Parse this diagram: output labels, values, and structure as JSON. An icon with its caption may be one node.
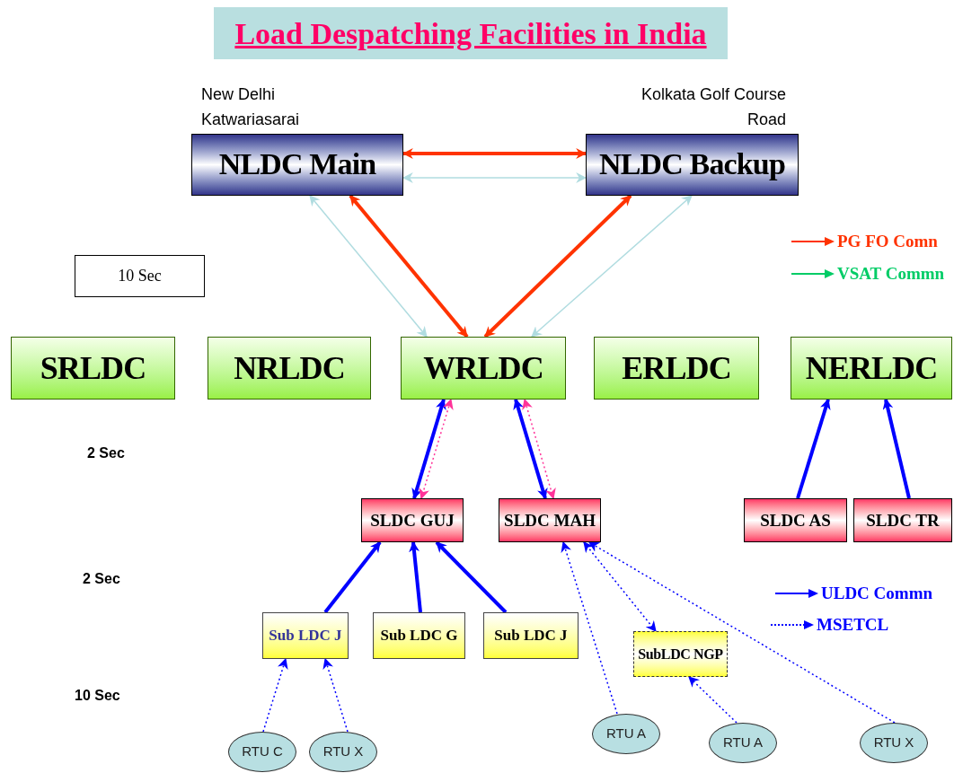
{
  "diagram": {
    "title": "Load Despatching Facilities in India",
    "nodes": [
      {
        "text": [
          "NLDC Main"
        ],
        "beside": [
          "New Delhi Katwariasarai"
        ]
      },
      {
        "text": [
          "NLDC Backup"
        ],
        "beside": [
          "Kolkata Golf Course Road"
        ]
      },
      {
        "text": [
          "10 Sec"
        ]
      },
      {
        "text": [
          "SRLDC"
        ]
      },
      {
        "text": [
          "NRLDC"
        ]
      },
      {
        "text": [
          "WRLDC"
        ]
      },
      {
        "text": [
          "ERLDC"
        ]
      },
      {
        "text": [
          "NERLDC"
        ]
      },
      {
        "text": [
          "SLDC GUJ"
        ]
      },
      {
        "text": [
          "SLDC MAH"
        ]
      },
      {
        "text": [
          "SLDC AS"
        ]
      },
      {
        "text": [
          "SLDC TR"
        ]
      },
      {
        "text": [
          "Sub LDC J"
        ]
      },
      {
        "text": [
          "Sub LDC G"
        ]
      },
      {
        "text": [
          "Sub LDC J"
        ]
      },
      {
        "text": [
          "SubLDC NGP"
        ]
      },
      {
        "text": [
          "RTU C"
        ]
      },
      {
        "text": [
          "RTU X"
        ]
      },
      {
        "text": [
          "RTU A"
        ]
      },
      {
        "text": [
          "RTU A"
        ]
      },
      {
        "text": [
          "RTU X"
        ]
      }
    ],
    "edges": [
      {
        "from": 0,
        "to": 1,
        "arrow": "both",
        "style": "thick",
        "color": "#ff3300"
      },
      {
        "from": 0,
        "to": 1,
        "arrow": "both",
        "color": "#b0dce0"
      },
      {
        "from": 0,
        "to": 5,
        "arrow": "both",
        "style": "thick",
        "color": "#ff3300"
      },
      {
        "from": 0,
        "to": 5,
        "arrow": "both",
        "color": "#b0dce0"
      },
      {
        "from": 1,
        "to": 5,
        "arrow": "both",
        "style": "thick",
        "color": "#ff3300"
      },
      {
        "from": 1,
        "to": 5,
        "arrow": "both",
        "color": "#b0dce0"
      },
      {
        "from": 8,
        "to": 5,
        "arrow": "both",
        "style": "thick"
      },
      {
        "from": 8,
        "to": 5,
        "arrow": "both",
        "style": "dashed",
        "color": "#ff3399"
      },
      {
        "from": 9,
        "to": 5,
        "arrow": "both",
        "style": "thick"
      },
      {
        "from": 9,
        "to": 5,
        "arrow": "both",
        "style": "dashed",
        "color": "#ff3399"
      },
      {
        "from": 10,
        "to": 7,
        "arrow": "to",
        "style": "thick"
      },
      {
        "from": 11,
        "to": 7,
        "arrow": "to",
        "style": "thick"
      },
      {
        "from": 12,
        "to": 8,
        "arrow": "to",
        "style": "thick"
      },
      {
        "from": 13,
        "to": 8,
        "arrow": "to",
        "style": "thick"
      },
      {
        "from": 14,
        "to": 8,
        "arrow": "to",
        "style": "thick"
      },
      {
        "from": 16,
        "to": 12,
        "arrow": "to",
        "style": "dashed"
      },
      {
        "from": 17,
        "to": 12,
        "arrow": "to",
        "style": "dashed"
      },
      {
        "from": 18,
        "to": 9,
        "arrow": "to",
        "style": "dashed"
      },
      {
        "from": 9,
        "to": 15,
        "arrow": "both",
        "style": "dashed"
      },
      {
        "from": 19,
        "to": 15,
        "arrow": "to",
        "style": "dashed"
      },
      {
        "from": 20,
        "to": 9,
        "arrow": "to",
        "style": "dashed"
      }
    ],
    "labels": [
      "2 Sec",
      "2 Sec",
      "10 Sec"
    ],
    "legend": [
      {
        "text": "PG FO Comn"
      },
      {
        "text": "VSAT Commn"
      },
      {
        "text": "ULDC Commn"
      },
      {
        "text": "MSETCL"
      }
    ]
  }
}
